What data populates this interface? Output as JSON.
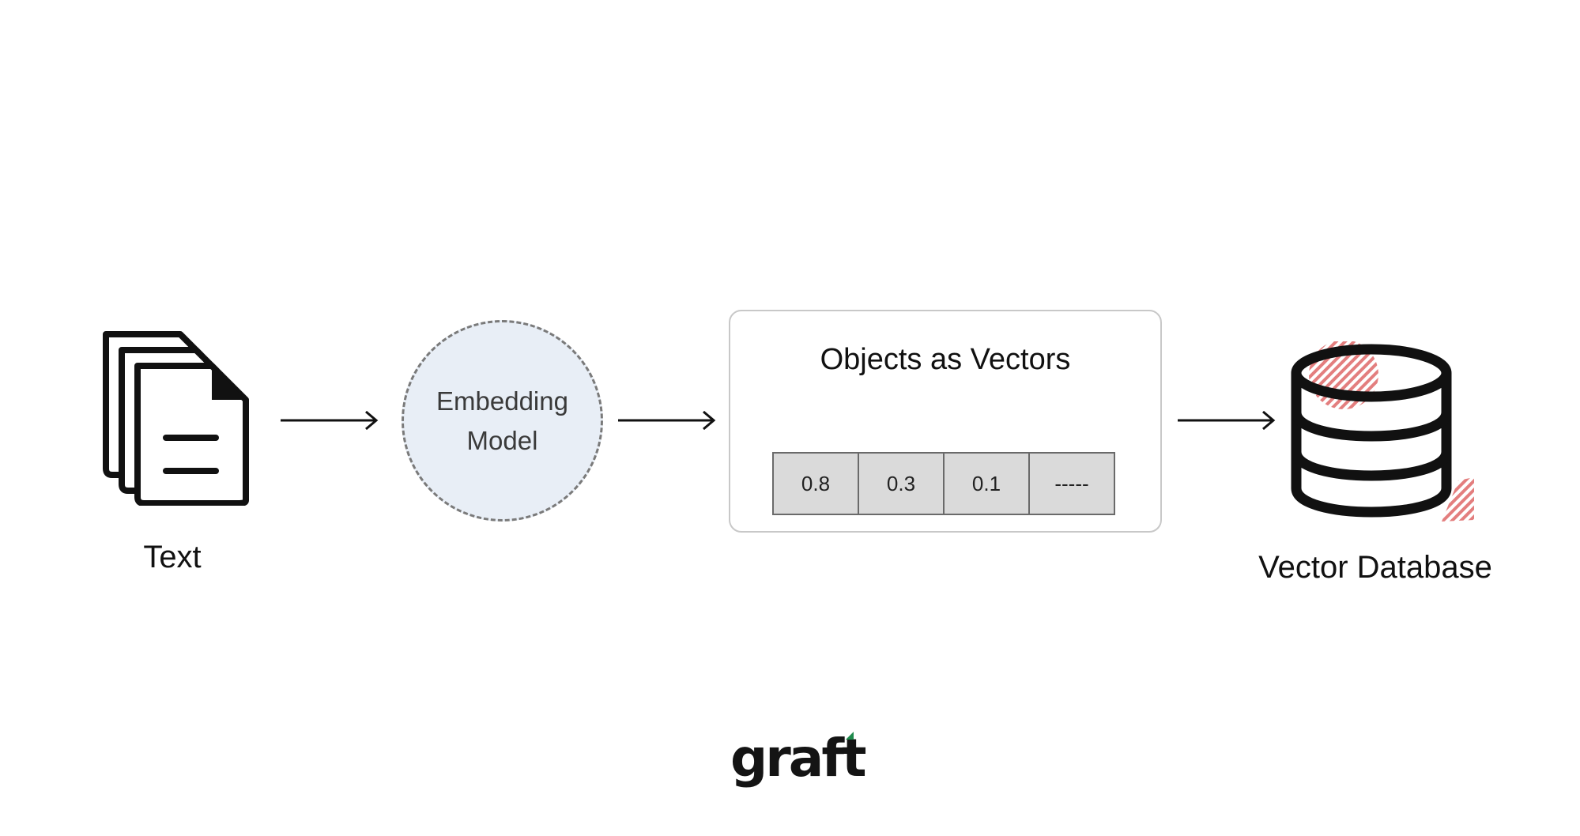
{
  "steps": {
    "text_label": "Text",
    "embedding_model": {
      "line1": "Embedding",
      "line2": "Model"
    },
    "vectors": {
      "title": "Objects as Vectors",
      "cells": [
        "0.8",
        "0.3",
        "0.1",
        "-----"
      ]
    },
    "database_label": "Vector Database"
  },
  "logo": {
    "text": "graft",
    "tick_color": "#1f8a4c"
  },
  "colors": {
    "circle_fill": "#e8eef6",
    "cell_fill": "#dadada",
    "accent_hatch": "#e07070"
  },
  "icons": [
    "document-stack-icon",
    "arrow-right-icon",
    "database-icon"
  ]
}
